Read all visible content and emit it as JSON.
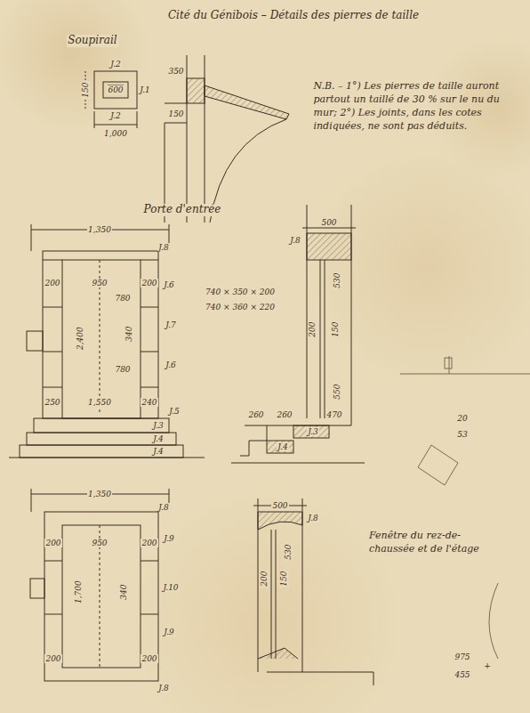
{
  "diagram": {
    "title": "Cité du Génibois – Détails des pierres de taille",
    "labels": [
      "Soupirail",
      "J.2",
      "150",
      "600",
      "J.1",
      "J.2",
      "1,000",
      "350",
      "150",
      "N.B. – 1°) Les pierres de taille auront partout un taillé de 30 % sur le nu du mur; 2°) Les joints, dans les cotes indiquées, ne sont pas déduits.",
      "Porte d'entrée",
      "1,350",
      "J.8",
      "200",
      "950",
      "780",
      "200",
      "J.6",
      "2,400",
      "340",
      "J.7",
      "780",
      "J.6",
      "250",
      "1,550",
      "240",
      "J.5",
      "J.3",
      "J.4",
      "J.4",
      "740 × 350 × 200",
      "740 × 360 × 220",
      "500",
      "J.8",
      "530",
      "200",
      "150",
      "550",
      "260",
      "260",
      "470",
      "J.3",
      "J.4",
      "1,350",
      "J.8",
      "200",
      "950",
      "200",
      "J.9",
      "1,700",
      "340",
      "J.10",
      "J.9",
      "200",
      "200",
      "J.8",
      "500",
      "J.8",
      "530",
      "200",
      "150",
      "Fenêtre du rez-de-chaussée et de l'étage",
      "975",
      "455",
      "+",
      "20",
      "53"
    ]
  }
}
